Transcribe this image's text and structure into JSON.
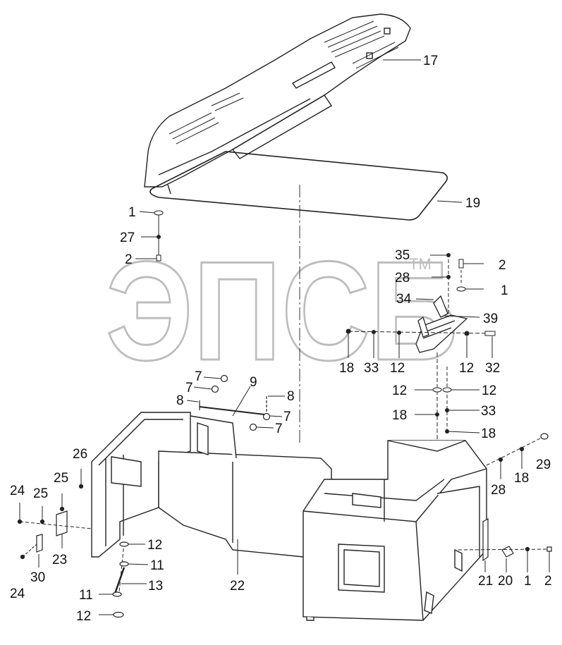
{
  "watermark": {
    "text": "ЭПСБ",
    "tm": "TM"
  },
  "labels": [
    {
      "id": "p17",
      "text": "17"
    },
    {
      "id": "p19",
      "text": "19"
    },
    {
      "id": "p1a",
      "text": "1"
    },
    {
      "id": "p27",
      "text": "27"
    },
    {
      "id": "p2a",
      "text": "2"
    },
    {
      "id": "p35",
      "text": "35"
    },
    {
      "id": "p28a",
      "text": "28"
    },
    {
      "id": "p34",
      "text": "34"
    },
    {
      "id": "p39",
      "text": "39"
    },
    {
      "id": "p2b",
      "text": "2"
    },
    {
      "id": "p1b",
      "text": "1"
    },
    {
      "id": "p18a",
      "text": "18"
    },
    {
      "id": "p33a",
      "text": "33"
    },
    {
      "id": "p12a",
      "text": "12"
    },
    {
      "id": "p12b",
      "text": "12"
    },
    {
      "id": "p32",
      "text": "32"
    },
    {
      "id": "p12c",
      "text": "12"
    },
    {
      "id": "p12d",
      "text": "12"
    },
    {
      "id": "p18b",
      "text": "18"
    },
    {
      "id": "p33b",
      "text": "33"
    },
    {
      "id": "p18c",
      "text": "18"
    },
    {
      "id": "p7a",
      "text": "7"
    },
    {
      "id": "p7b",
      "text": "7"
    },
    {
      "id": "p8a",
      "text": "8"
    },
    {
      "id": "p9",
      "text": "9"
    },
    {
      "id": "p8b",
      "text": "8"
    },
    {
      "id": "p7c",
      "text": "7"
    },
    {
      "id": "p7d",
      "text": "7"
    },
    {
      "id": "p26",
      "text": "26"
    },
    {
      "id": "p25a",
      "text": "25"
    },
    {
      "id": "p24a",
      "text": "24"
    },
    {
      "id": "p25b",
      "text": "25"
    },
    {
      "id": "p23",
      "text": "23"
    },
    {
      "id": "p30",
      "text": "30"
    },
    {
      "id": "p24b",
      "text": "24"
    },
    {
      "id": "p12e",
      "text": "12"
    },
    {
      "id": "p11a",
      "text": "11"
    },
    {
      "id": "p13",
      "text": "13"
    },
    {
      "id": "p11b",
      "text": "11"
    },
    {
      "id": "p12f",
      "text": "12"
    },
    {
      "id": "p22",
      "text": "22"
    },
    {
      "id": "p29",
      "text": "29"
    },
    {
      "id": "p18d",
      "text": "18"
    },
    {
      "id": "p28b",
      "text": "28"
    },
    {
      "id": "p21",
      "text": "21"
    },
    {
      "id": "p20",
      "text": "20"
    },
    {
      "id": "p1c",
      "text": "1"
    },
    {
      "id": "p2c",
      "text": "2"
    }
  ]
}
